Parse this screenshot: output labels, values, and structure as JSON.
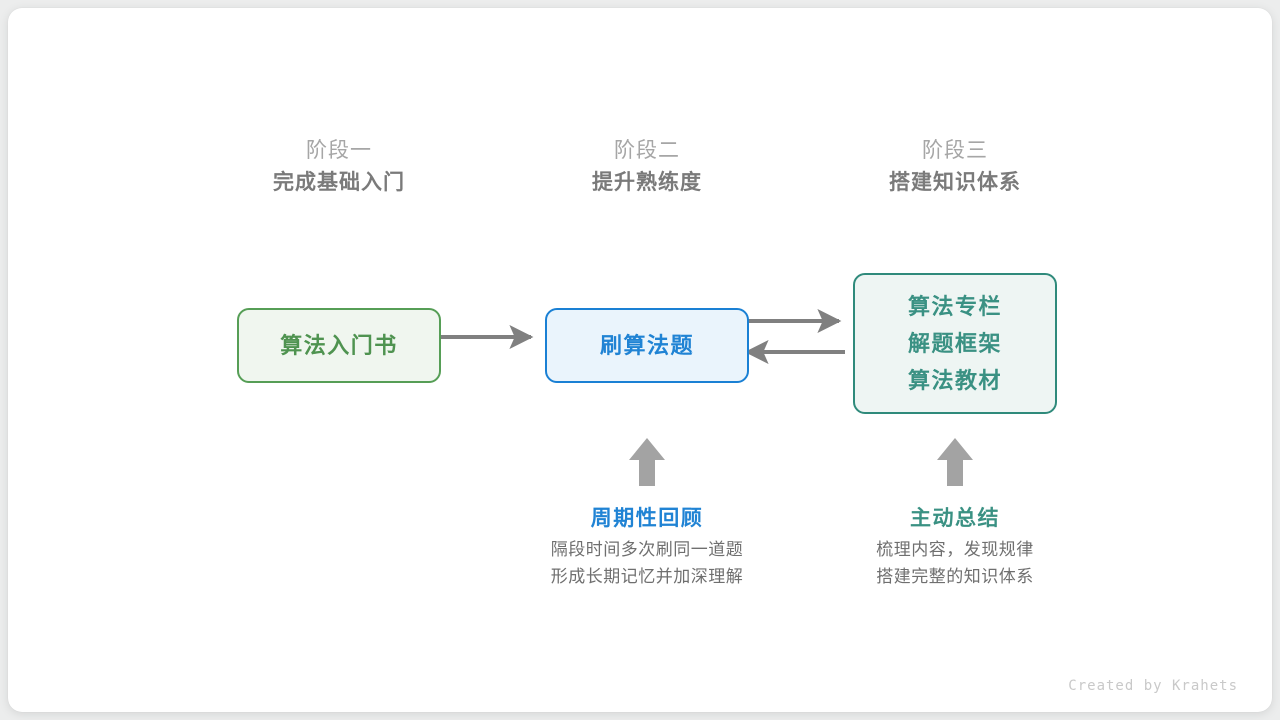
{
  "stages": [
    {
      "sub": "阶段一",
      "title": "完成基础入门"
    },
    {
      "sub": "阶段二",
      "title": "提升熟练度"
    },
    {
      "sub": "阶段三",
      "title": "搭建知识体系"
    }
  ],
  "nodes": {
    "book": {
      "lines": [
        "算法入门书"
      ],
      "border_color": "#569e56",
      "fill_color": "#f0f6ef",
      "text_color": "#4f9350"
    },
    "practice": {
      "lines": [
        "刷算法题"
      ],
      "border_color": "#1a80d4",
      "fill_color": "#eaf4fc",
      "text_color": "#2083d4"
    },
    "resources": {
      "lines": [
        "算法专栏",
        "解题框架",
        "算法教材"
      ],
      "border_color": "#2f8a7b",
      "fill_color": "#eef5f3",
      "text_color": "#3a9183"
    }
  },
  "connectors": [
    {
      "name": "book-to-practice",
      "direction": "right",
      "color": "#808080"
    },
    {
      "name": "practice-to-resources",
      "direction": "right",
      "color": "#808080"
    },
    {
      "name": "resources-to-practice",
      "direction": "left",
      "color": "#808080"
    }
  ],
  "annotations": [
    {
      "arrow_icon": "arrow-up-icon",
      "title": "周期性回顾",
      "title_color": "#2083d4",
      "desc_lines": [
        "隔段时间多次刷同一道题",
        "形成长期记忆并加深理解"
      ]
    },
    {
      "arrow_icon": "arrow-up-icon",
      "title": "主动总结",
      "title_color": "#3a9183",
      "desc_lines": [
        "梳理内容，发现规律",
        "搭建完整的知识体系"
      ]
    }
  ],
  "footer": {
    "credit": "Created by Krahets"
  }
}
